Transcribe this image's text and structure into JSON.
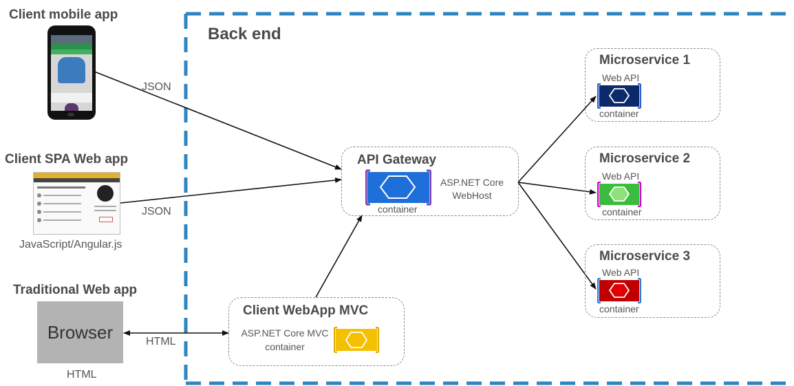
{
  "colors": {
    "backend_border": "#2e86c1",
    "gateway": "#1e6fd9",
    "ms1": "#0b2a6b",
    "ms2": "#3cbc3c",
    "ms3": "#c00000",
    "mvc": "#f5c000",
    "browser_box": "#b3b3b3"
  },
  "clients": {
    "mobile": {
      "title": "Client mobile app",
      "link_label": "JSON"
    },
    "spa": {
      "title": "Client SPA Web app",
      "link_label": "JSON",
      "subtitle": "JavaScript/Angular.js"
    },
    "traditional": {
      "title": "Traditional Web app",
      "browser_label": "Browser",
      "subtitle": "HTML",
      "link_label": "HTML"
    }
  },
  "backend": {
    "title": "Back end"
  },
  "gateway": {
    "title": "API Gateway",
    "container_label": "container",
    "host_line1": "ASP.NET Core",
    "host_line2": "WebHost"
  },
  "mvc": {
    "title": "Client WebApp MVC",
    "line1": "ASP.NET Core MVC",
    "line2": "container"
  },
  "microservices": [
    {
      "title": "Microservice 1",
      "api_label": "Web API",
      "container_label": "container"
    },
    {
      "title": "Microservice 2",
      "api_label": "Web API",
      "container_label": "container"
    },
    {
      "title": "Microservice 3",
      "api_label": "Web API",
      "container_label": "container"
    }
  ]
}
